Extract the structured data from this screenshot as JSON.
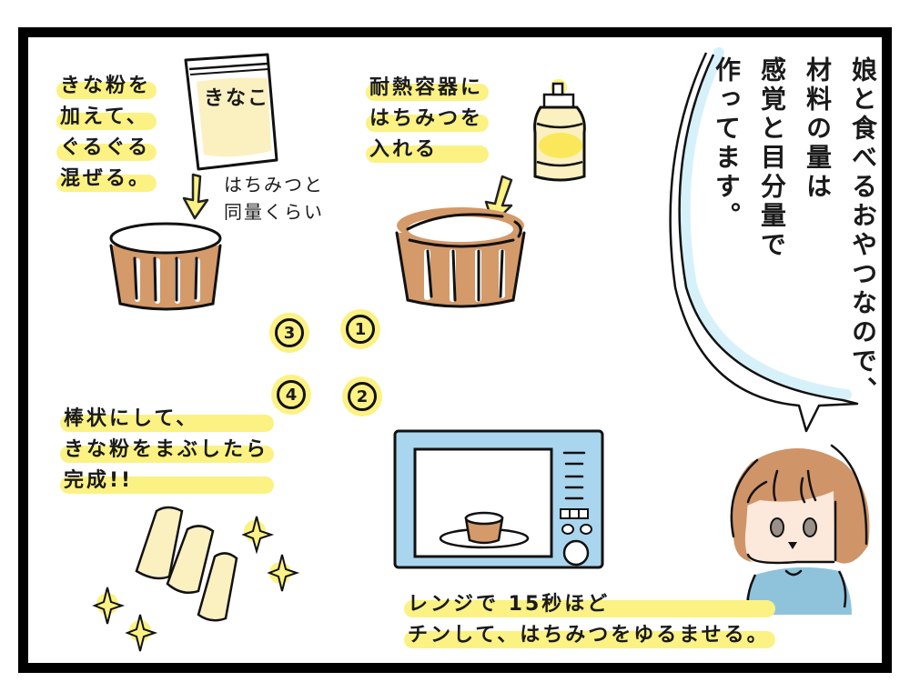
{
  "panel": {
    "border_color": "#000000",
    "highlight_color": "#fbf283"
  },
  "step1": {
    "number": "1",
    "instruction_lines": [
      "耐熱容器に",
      "はちみつを",
      "入れる"
    ],
    "item": "honey-bottle"
  },
  "step2": {
    "number": "2",
    "instruction_lines": [
      "レンジで 15秒ほど",
      "チンして、はちみつをゆるませる。"
    ],
    "item": "microwave"
  },
  "step3": {
    "number": "3",
    "instruction_lines": [
      "きな粉を",
      "加えて、",
      "ぐるぐる",
      "混ぜる。"
    ],
    "bag_label": "きなこ",
    "note_lines": [
      "はちみつと",
      "同量くらい"
    ]
  },
  "step4": {
    "number": "4",
    "instruction_lines": [
      "棒状にして、",
      "きな粉をまぶしたら",
      "完成!!"
    ]
  },
  "speech_bubble": {
    "columns": [
      "娘と食べるおやつなので、",
      "材料の量は",
      "感覚と目分量で",
      "作ってます。"
    ]
  },
  "colors": {
    "cup_brown": "#d49a6a",
    "microwave_blue": "#a9d6ee",
    "bubble_blue": "#d7f1fa",
    "kinako_yellow": "#fbf0c0",
    "hair_brown": "#cf9468",
    "shirt_blue": "#8fc3dc",
    "skin": "#fde8dc"
  }
}
